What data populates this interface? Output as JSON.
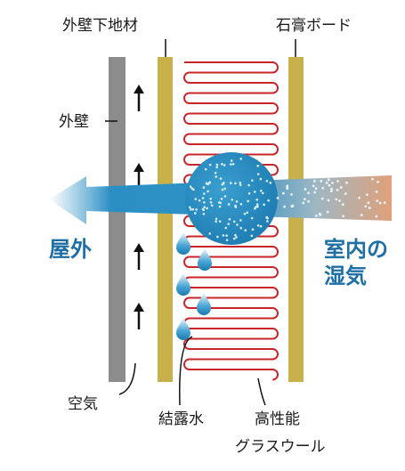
{
  "labels": {
    "exterior_base_board": "外壁下地材",
    "gypsum_board": "石膏ボード",
    "exterior_wall": "外壁",
    "outdoor": "屋外",
    "indoor_moisture_line1": "室内の",
    "indoor_moisture_line2": "湿気",
    "air": "空気",
    "condensation": "結露水",
    "insulation_line1": "高性能",
    "insulation_line2": "グラスウール"
  },
  "colors": {
    "exterior_wall": "#8c8c8c",
    "base_board": "#c8b04a",
    "gypsum_board": "#c8b04a",
    "glass_wool": "#c8242a",
    "moisture_blue": "#2b8fc4",
    "moisture_orange": "#e0a079",
    "droplet": "#2b8fc4",
    "arrow": "#111111",
    "label_text": "#1a1a1a",
    "accent_text": "#1d6fa5"
  },
  "icons": {
    "airflow": "up-arrow-icon",
    "moisture": "moisture-arrow-icon",
    "condensation": "water-drop-icon"
  }
}
